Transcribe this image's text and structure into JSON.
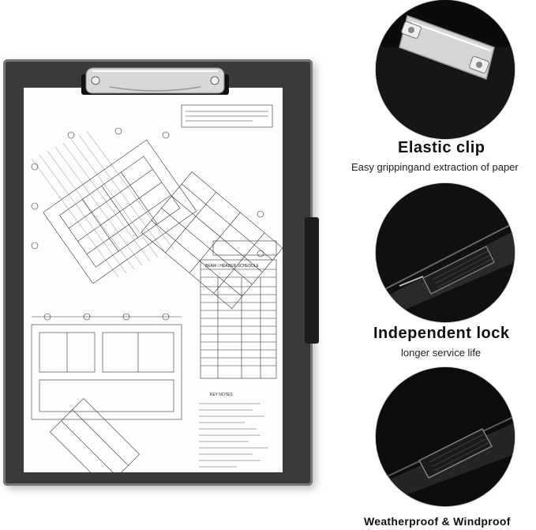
{
  "features": [
    {
      "title": "Elastic clip",
      "subtitle": "Easy grippingand extraction of paper"
    },
    {
      "title": "Independent lock",
      "subtitle": "longer service life"
    },
    {
      "title": "Weatherproof & Windproof",
      "subtitle": ""
    }
  ],
  "paper": {
    "key_notes_heading": "KEY NOTES",
    "schedule_heading": "BEAM / HEADER SCHEDULE"
  },
  "colors": {
    "board": "#3a3a3a",
    "clip_metal": "#d8d8d8",
    "detail_background": "#0a0a0a"
  }
}
